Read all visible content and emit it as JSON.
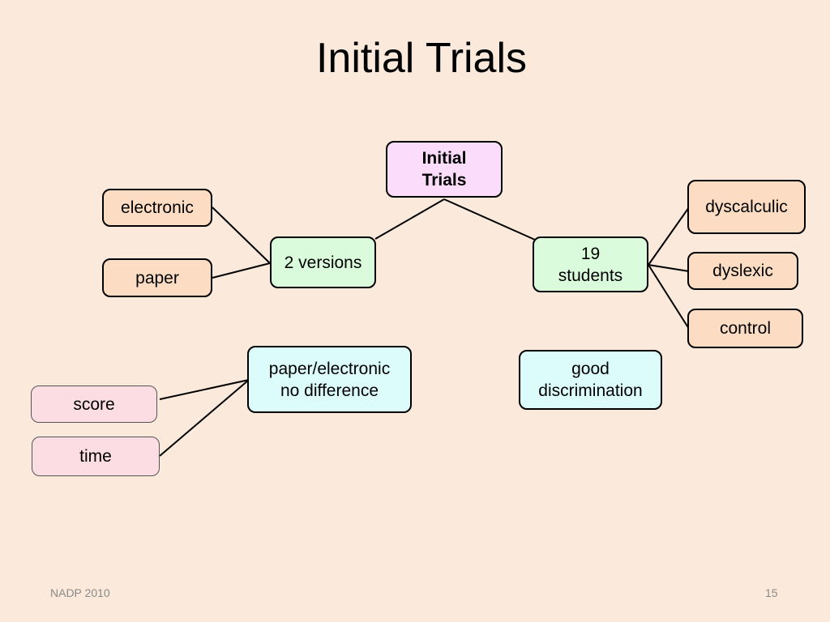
{
  "slide": {
    "title": "Initial Trials",
    "footer_left": "NADP 2010",
    "page_number": "15"
  },
  "diagram": {
    "root": "Initial\nTrials",
    "versions": {
      "label": "2 versions",
      "children": [
        "electronic",
        "paper"
      ]
    },
    "students": {
      "label": "19\nstudents",
      "children": [
        "dyscalculic",
        "dyslexic",
        "control"
      ]
    },
    "finding_versions": {
      "label": "paper/electronic\nno difference",
      "children": [
        "score",
        "time"
      ]
    },
    "finding_students": {
      "label": "good\ndiscrimination"
    }
  }
}
